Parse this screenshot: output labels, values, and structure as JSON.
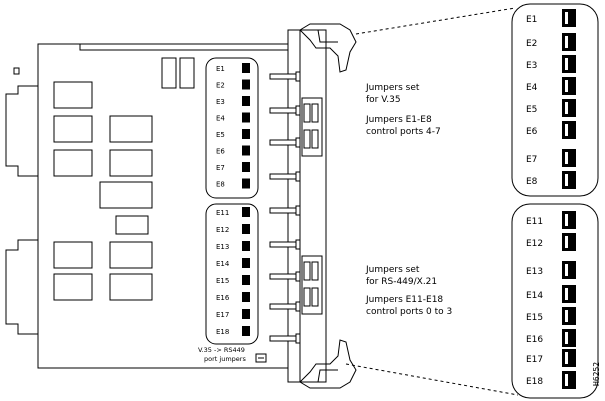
{
  "small_panel_jumpers_top": [
    "E1",
    "E2",
    "E3",
    "E4",
    "E5",
    "E6",
    "E7",
    "E8"
  ],
  "small_panel_jumpers_bottom": [
    "E11",
    "E12",
    "E13",
    "E14",
    "E15",
    "E16",
    "E17",
    "E18"
  ],
  "large_panel_jumpers_top": [
    "E1",
    "E2",
    "E3",
    "E4",
    "E5",
    "E6",
    "E7",
    "E8"
  ],
  "large_panel_jumpers_bottom": [
    "E11",
    "E12",
    "E13",
    "E14",
    "E15",
    "E16",
    "E17",
    "E18"
  ],
  "text_upper": {
    "line1": "Jumpers set",
    "line2": "for V.35",
    "line3": "Jumpers E1-E8",
    "line4": "control ports 4-7"
  },
  "text_lower": {
    "line1": "Jumpers set",
    "line2": "for RS-449/X.21",
    "line3": "Jumpers E11-E18",
    "line4": "control ports 0 to 3"
  },
  "bottom_label": {
    "line1": "V.35 -> RS449",
    "line2": "port jumpers"
  },
  "figure_id": "H6252"
}
